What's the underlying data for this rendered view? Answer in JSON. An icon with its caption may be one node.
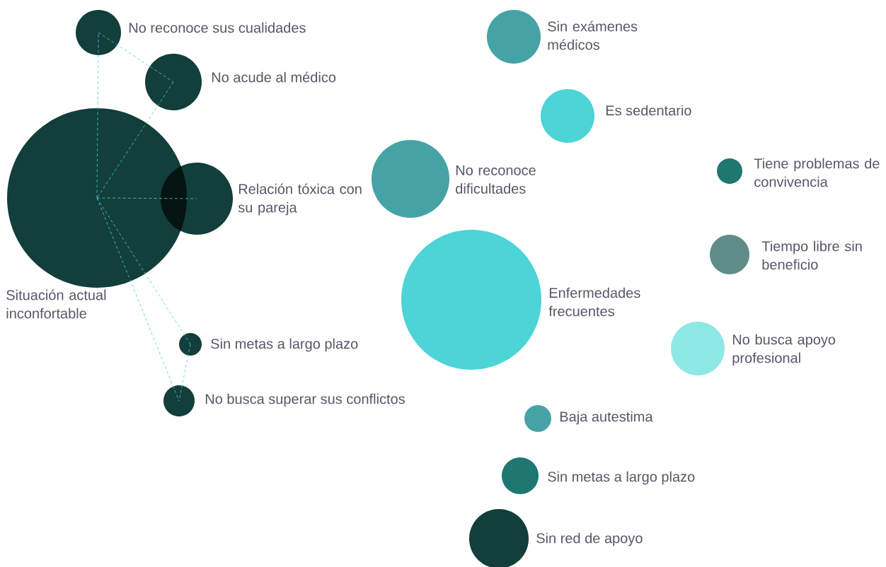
{
  "diagram": {
    "nodes": [
      {
        "text": [
          "Situación actual inconfortable"
        ]
      },
      {
        "text": [
          "No reconoce sus cualidades"
        ]
      },
      {
        "text": [
          "No acude al médico"
        ]
      },
      {
        "text": [
          "Relación tóxica con su pareja"
        ]
      },
      {
        "text": [
          "Sin metas a largo plazo"
        ]
      },
      {
        "text": [
          "No busca superar sus conflictos"
        ]
      },
      {
        "text": [
          "Sin exámenes médicos"
        ]
      },
      {
        "text": [
          "Es sedentario"
        ]
      },
      {
        "text": [
          "No reconoce dificultades"
        ]
      },
      {
        "text": [
          "Tiene problemas de convivencia"
        ]
      },
      {
        "text": [
          "Tiempo libre sin beneficio"
        ]
      },
      {
        "text": [
          "Enfermedades frecuentes"
        ]
      },
      {
        "text": [
          "No busca apoyo profesional"
        ]
      },
      {
        "text": [
          "Baja autestima"
        ]
      },
      {
        "text": [
          "Sin metas a largo plazo"
        ]
      },
      {
        "text": [
          "Sin red de apoyo"
        ]
      }
    ],
    "edges": [
      {
        "from": 0,
        "to": 1,
        "arrow": "none",
        "style": "dashed"
      },
      {
        "from": 1,
        "to": 2,
        "arrow": "none",
        "style": "dashed"
      },
      {
        "from": 2,
        "to": 0,
        "arrow": "none",
        "style": "dashed"
      },
      {
        "from": 0,
        "to": 3,
        "arrow": "none",
        "style": "dashed"
      },
      {
        "from": 0,
        "to": 4,
        "arrow": "none",
        "style": "dashed"
      },
      {
        "from": 0,
        "to": 5,
        "arrow": "none",
        "style": "dashed"
      },
      {
        "from": 4,
        "to": 5,
        "arrow": "none",
        "style": "dashed"
      }
    ]
  }
}
